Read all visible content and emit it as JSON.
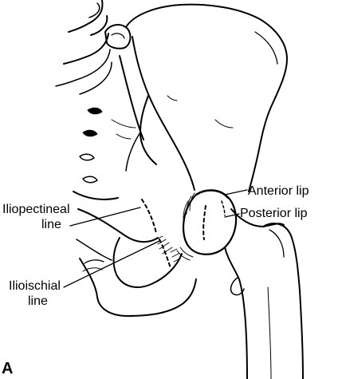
{
  "labels": {
    "anterior_lip": "Anterior lip",
    "posterior_lip": "Posterior lip",
    "iliopectineal_line_1": "Iliopectineal",
    "iliopectineal_line_2": "line",
    "ilioischial_line_1": "Ilioischial",
    "ilioischial_line_2": "line",
    "panel": "A"
  },
  "colors": {
    "ink": "#000000",
    "paper": "#ffffff"
  }
}
